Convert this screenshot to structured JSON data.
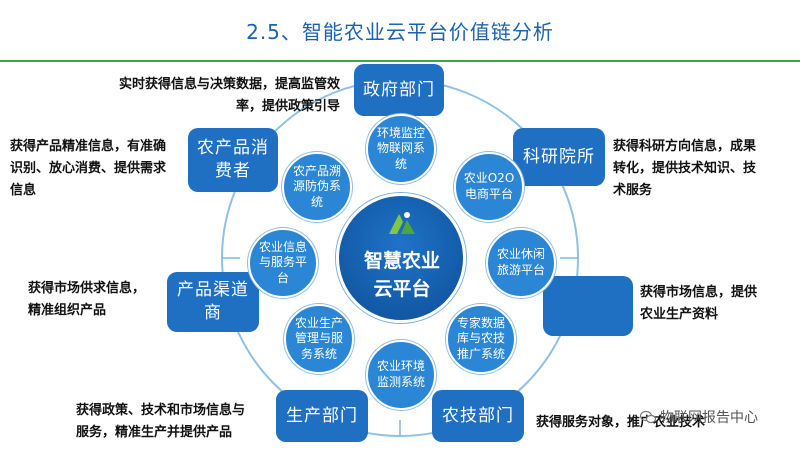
{
  "title": "2.5、智能农业云平台价值链分析",
  "hub": {
    "line1": "智慧农业",
    "line2": "云平台",
    "logo_icon": "agri-leaf-logo-icon"
  },
  "nodes": {
    "government": "政府部门",
    "research": "科研院所",
    "consumers": "农产品消费者",
    "channel": "产品渠道商",
    "supply": "",
    "production": "生产部门",
    "agritech": "农技部门"
  },
  "pods": {
    "iot": "环境监控物联网系统",
    "o2o": "农业O2O电商平台",
    "tourism": "农业休闲旅游平台",
    "expert": "专家数据库与农技推广系统",
    "env": "农业环境监测系统",
    "mgmt": "农业生产管理与服务系统",
    "info": "农业信息与服务平台",
    "trace": "农产品溯源防伪系统"
  },
  "descriptions": {
    "government": [
      "实时获得信息与决策数据，提高监管效",
      "率，提供政策引导"
    ],
    "consumers": [
      "获得产品精准信息，有准确",
      "识别、放心消费、提供需求",
      "信息"
    ],
    "research": [
      "获得科研方向信息，成果",
      "转化，提供技术知识、技",
      "术服务"
    ],
    "channel": [
      "获得市场供求信息，",
      "精准组织产品"
    ],
    "supply": [
      "获得市场信息，提供",
      "农业生产资料"
    ],
    "production": [
      "获得政策、技术和市场信息与",
      "服务，精准生产并提供产品"
    ],
    "agritech": [
      "获得服务对象，推广农业技术"
    ]
  },
  "watermark": {
    "text": "物联网报告中心",
    "icon": "wechat-icon"
  },
  "colors": {
    "primary": "#1f6fc3",
    "pod": "#2b86d6",
    "accent_line": "#3aa447",
    "title": "#1a63b0"
  }
}
